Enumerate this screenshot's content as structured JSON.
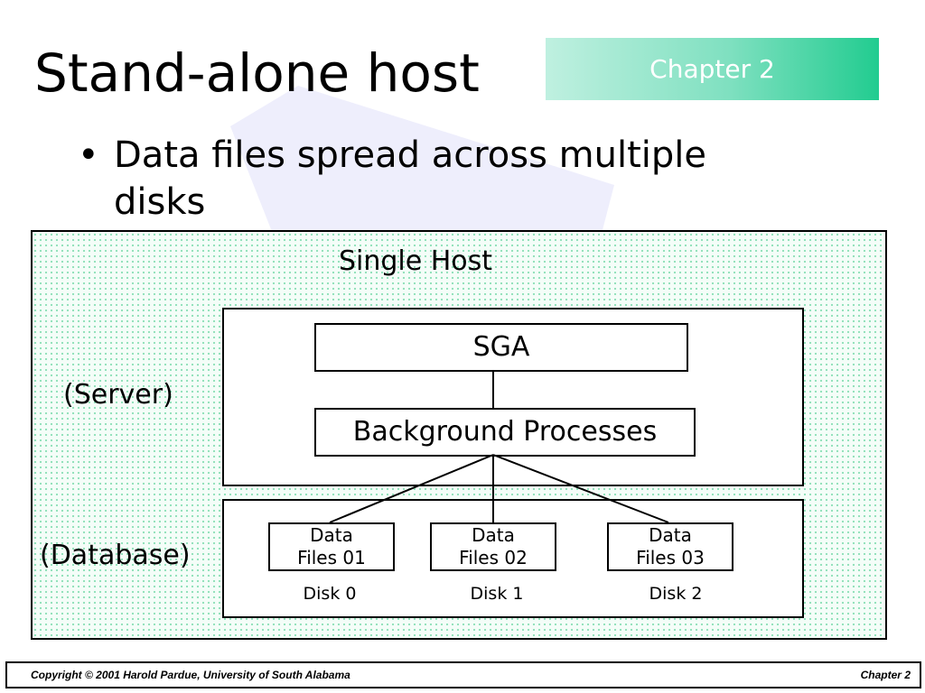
{
  "slide": {
    "title": "Stand-alone host",
    "chapter_tag": "Chapter 2",
    "bullet_symbol": "•",
    "bullet_text": "Data files spread across multiple disks"
  },
  "diagram": {
    "host_label": "Single Host",
    "server_label": "(Server)",
    "database_label": "(Database)",
    "sga_label": "SGA",
    "background_label": "Background Processes",
    "data_files": [
      {
        "line1": "Data",
        "line2": "Files 01",
        "disk": "Disk 0"
      },
      {
        "line1": "Data",
        "line2": "Files 02",
        "disk": "Disk 1"
      },
      {
        "line1": "Data",
        "line2": "Files 03",
        "disk": "Disk 2"
      }
    ]
  },
  "footer": {
    "copyright": "Copyright  © 2001  Harold Pardue, University of South Alabama",
    "chapter": "Chapter 2"
  },
  "colors": {
    "chapter_tag_start": "#bff0e0",
    "chapter_tag_end": "#22cc90",
    "host_dots": "#8fe0b8",
    "background_shape": "#eeeefc"
  }
}
